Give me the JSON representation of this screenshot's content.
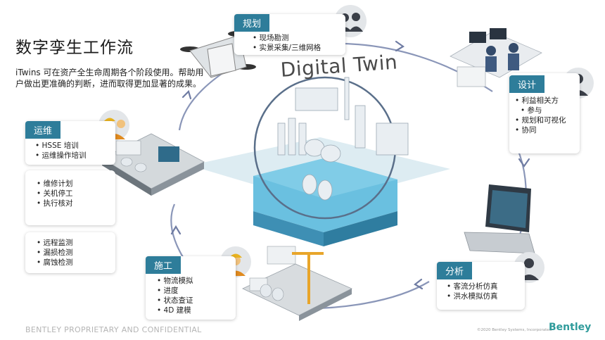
{
  "title": "数字孪生工作流",
  "intro": "iTwins 可在资产全生命周期各个阶段使用。帮助用户做出更准确的判断，进而取得更加显著的成果。",
  "center_label": "Digital Twin",
  "cards": {
    "plan": {
      "head": "规划",
      "items": [
        "现场勘测",
        "实景采集/三维网格"
      ]
    },
    "design": {
      "head": "设计",
      "items": [
        "利益相关方",
        "参与",
        "规划和可视化",
        "协同"
      ]
    },
    "analysis": {
      "head": "分析",
      "items": [
        "客流分析仿真",
        "洪水模拟仿真"
      ]
    },
    "construction": {
      "head": "施工",
      "items": [
        "物流模拟",
        "进度",
        "状态查证",
        "4D 建模"
      ]
    },
    "operations": {
      "head": "运维",
      "items": [
        "HSSE 培训",
        "运维操作培训"
      ]
    },
    "maintenance": {
      "items": [
        "维修计划",
        "关机停工",
        "执行核对"
      ]
    },
    "monitoring": {
      "items": [
        "远程监测",
        "漏损检测",
        "腐蚀检测"
      ]
    }
  },
  "footer": "BENTLEY PROPRIETARY AND CONFIDENTIAL",
  "copyright": "©2020 Bentley Systems, Incorporated",
  "brand": "Bentley",
  "colors": {
    "accent": "#2e7d9a",
    "cycle": "#8a96b8",
    "water": "#5fb7d9"
  }
}
